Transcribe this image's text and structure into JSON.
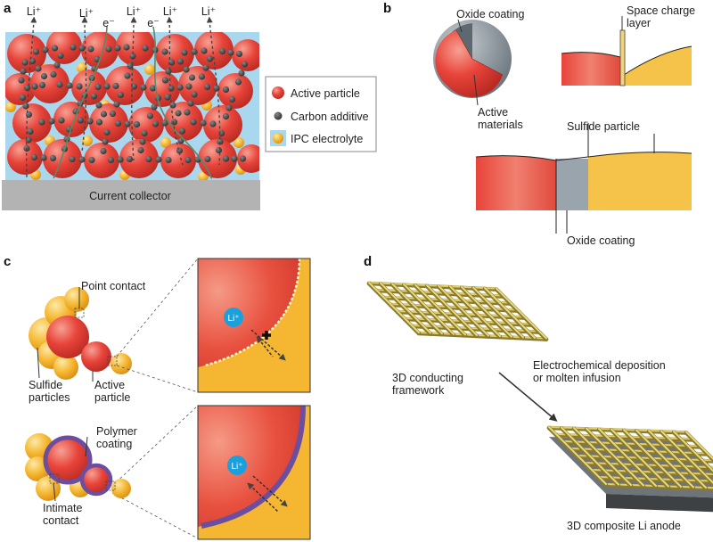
{
  "panels": {
    "a": {
      "label": "a",
      "li_ion": "Li⁺",
      "electron": "e⁻",
      "current_collector": "Current collector",
      "legend": [
        {
          "name": "Active particle",
          "color": "#e8443a"
        },
        {
          "name": "Carbon additive",
          "color": "#4a4a4a"
        },
        {
          "name": "IPC electrolyte",
          "color": "#f5b731"
        }
      ]
    },
    "b": {
      "label": "b",
      "oxide_coating": "Oxide coating",
      "active_materials": "Active materials",
      "space_charge": "Space charge layer",
      "sulfide_particle": "Sulfide particle",
      "oxide_coating_bottom": "Oxide coating"
    },
    "c": {
      "label": "c",
      "point_contact": "Point contact",
      "sulfide_particles": "Sulfide particles",
      "active_particle": "Active particle",
      "polymer_coating": "Polymer coating",
      "intimate_contact": "Intimate contact",
      "li_ion": "Li⁺"
    },
    "d": {
      "label": "d",
      "framework": "3D conducting framework",
      "process": "Electrochemical deposition or molten infusion",
      "anode": "3D composite Li anode"
    }
  },
  "colors": {
    "active": "#e8443a",
    "carbon": "#4a4a4a",
    "sulfide": "#f5b731",
    "electrolyte_bg": "#a9d8ee",
    "oxide": "#9aa4ad",
    "polymer": "#6b4ea0",
    "li_ion": "#1aa0dc"
  }
}
